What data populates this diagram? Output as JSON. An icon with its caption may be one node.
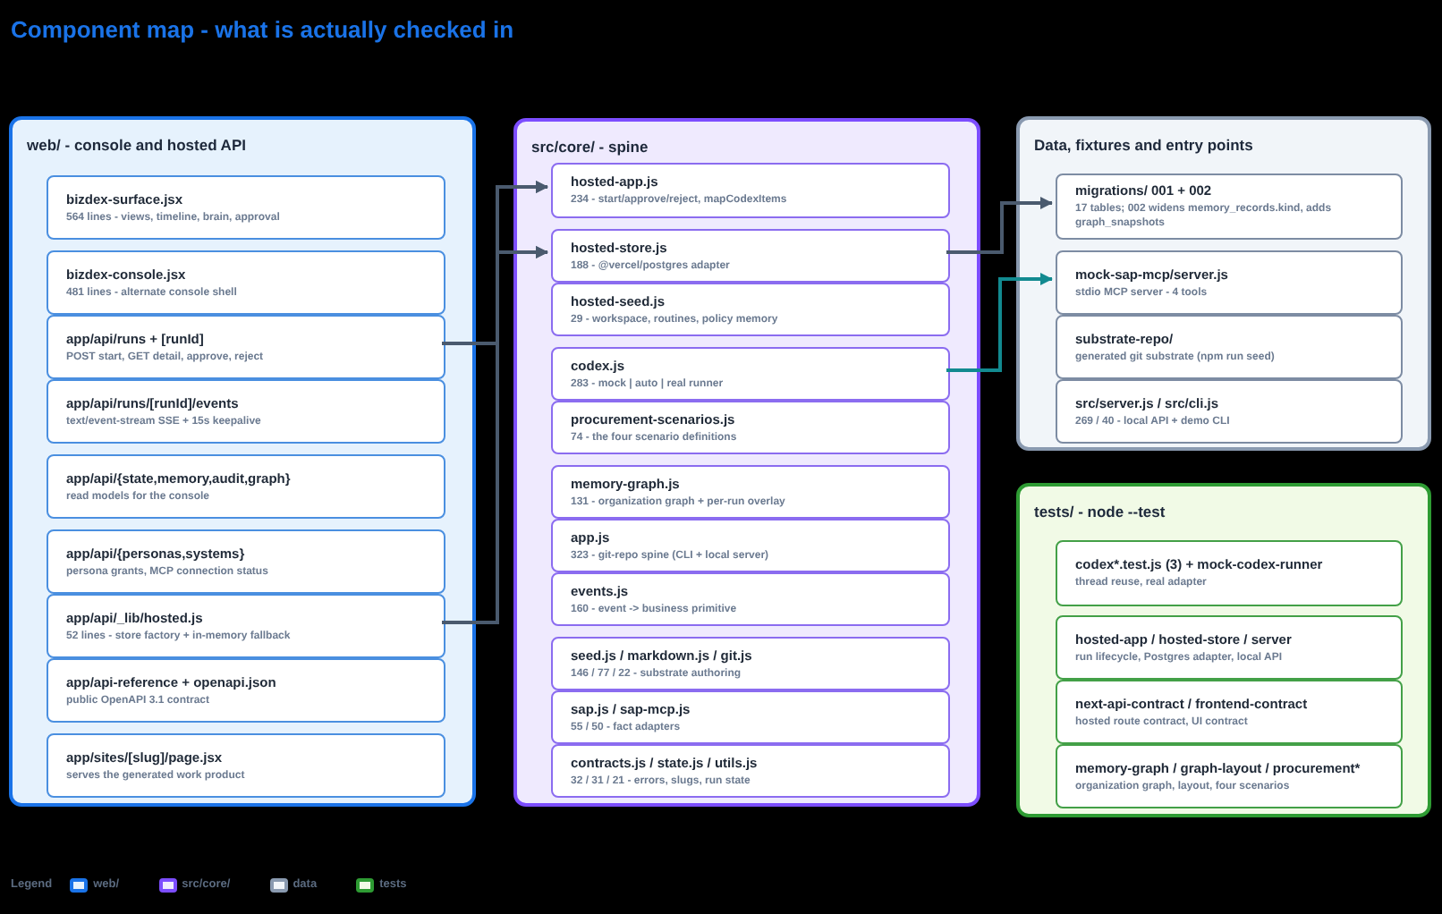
{
  "diagram": {
    "title": "Component map - what is actually checked in",
    "nodes": [
      {
        "text": [
          "web/ - console and hosted API"
        ]
      },
      {
        "text": [
          "bizdex-surface.jsx",
          "564 lines - views, timeline, brain, approval"
        ],
        "in": 0
      },
      {
        "text": [
          "bizdex-console.jsx",
          "481 lines - alternate console shell"
        ],
        "in": 0
      },
      {
        "text": [
          "app/api/runs + [runId]",
          "POST start, GET detail, approve, reject"
        ],
        "in": 0
      },
      {
        "text": [
          "app/api/runs/[runId]/events",
          "text/event-stream SSE + 15s keepalive"
        ],
        "in": 0
      },
      {
        "text": [
          "app/api/{state,memory,audit,graph}",
          "read models for the console"
        ],
        "in": 0
      },
      {
        "text": [
          "app/api/{personas,systems}",
          "persona grants, MCP connection status"
        ],
        "in": 0
      },
      {
        "text": [
          "app/api/_lib/hosted.js",
          "52 lines - store factory + in-memory fallback"
        ],
        "in": 0
      },
      {
        "text": [
          "app/api-reference + openapi.json",
          "public OpenAPI 3.1 contract"
        ],
        "in": 0
      },
      {
        "text": [
          "app/sites/[slug]/page.jsx",
          "serves the generated work product"
        ],
        "in": 0
      },
      {
        "text": [
          "src/core/ - spine"
        ]
      },
      {
        "text": [
          "hosted-app.js",
          "234 - start/approve/reject, mapCodexItems"
        ],
        "in": 10
      },
      {
        "text": [
          "hosted-store.js",
          "188 - @vercel/postgres adapter"
        ],
        "in": 10
      },
      {
        "text": [
          "hosted-seed.js",
          "29 - workspace, routines, policy memory"
        ],
        "in": 10
      },
      {
        "text": [
          "codex.js",
          "283 - mock | auto | real runner"
        ],
        "in": 10
      },
      {
        "text": [
          "procurement-scenarios.js",
          "74 - the four scenario definitions"
        ],
        "in": 10
      },
      {
        "text": [
          "memory-graph.js",
          "131 - organization graph + per-run overlay"
        ],
        "in": 10
      },
      {
        "text": [
          "app.js",
          "323 - git-repo spine (CLI + local server)"
        ],
        "in": 10
      },
      {
        "text": [
          "events.js",
          "160 - event -> business primitive"
        ],
        "in": 10
      },
      {
        "text": [
          "seed.js / markdown.js / git.js",
          "146 / 77 / 22 - substrate authoring"
        ],
        "in": 10
      },
      {
        "text": [
          "sap.js / sap-mcp.js",
          "55 / 50 - fact adapters"
        ],
        "in": 10
      },
      {
        "text": [
          "contracts.js / state.js / utils.js",
          "32 / 31 / 21 - errors, slugs, run state"
        ],
        "in": 10
      },
      {
        "text": [
          "Data, fixtures and entry points"
        ]
      },
      {
        "text": [
          "migrations/ 001 + 002",
          "17 tables; 002 widens memory_records.kind, adds graph_snapshots"
        ],
        "in": 22
      },
      {
        "text": [
          "mock-sap-mcp/server.js",
          "stdio MCP server - 4 tools"
        ],
        "in": 22
      },
      {
        "text": [
          "substrate-repo/",
          "generated git substrate (npm run seed)"
        ],
        "in": 22
      },
      {
        "text": [
          "src/server.js / src/cli.js",
          "269 / 40 - local API + demo CLI"
        ],
        "in": 22
      },
      {
        "text": [
          "tests/ - node --test"
        ]
      },
      {
        "text": [
          "codex*.test.js (3) + mock-codex-runner",
          "thread reuse, real adapter"
        ],
        "in": 27
      },
      {
        "text": [
          "hosted-app / hosted-store / server",
          "run lifecycle, Postgres adapter, local API"
        ],
        "in": 27
      },
      {
        "text": [
          "next-api-contract / frontend-contract",
          "hosted route contract, UI contract"
        ],
        "in": 27
      },
      {
        "text": [
          "memory-graph / graph-layout / procurement*",
          "organization graph, layout, four scenarios"
        ],
        "in": 27
      }
    ],
    "edges": [
      {
        "from": 3,
        "to": 11,
        "arrow": "to"
      },
      {
        "from": 3,
        "to": 12,
        "arrow": "to"
      },
      {
        "from": 7,
        "to": 11,
        "arrow": "to"
      },
      {
        "from": 7,
        "to": 12,
        "arrow": "to"
      },
      {
        "from": 12,
        "to": 23,
        "arrow": "to"
      },
      {
        "from": 14,
        "to": 24,
        "arrow": "to",
        "color": "#128a90"
      }
    ],
    "labels": [
      "Legend"
    ],
    "legend": [
      {
        "text": "web/",
        "color": "#e6f2fd"
      },
      {
        "text": "src/core/",
        "color": "#efeafe"
      },
      {
        "text": "data",
        "color": "#f1f5f9"
      },
      {
        "text": "tests",
        "color": "#f1fae6"
      }
    ]
  }
}
